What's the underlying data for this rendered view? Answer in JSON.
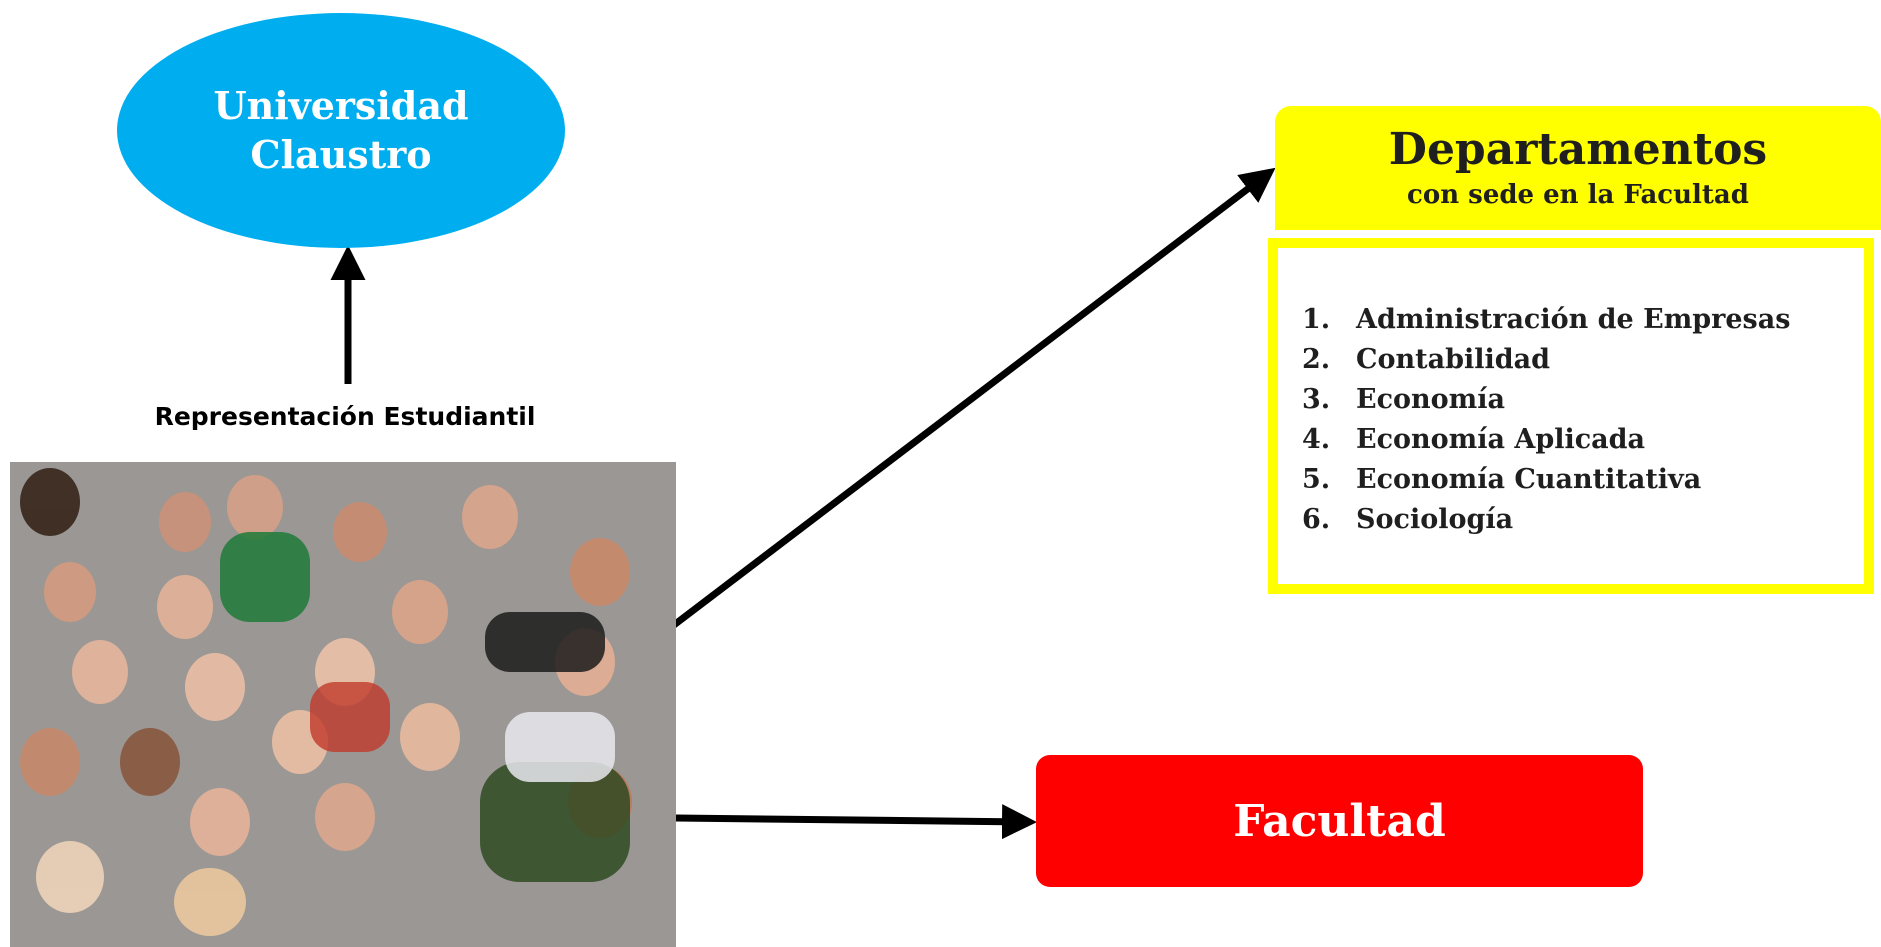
{
  "universidad": {
    "line1": "Universidad",
    "line2": "Claustro"
  },
  "representacion": {
    "label": "Representación Estudiantil"
  },
  "departamentos": {
    "title": "Departamentos",
    "subtitle": "con sede en la Facultad",
    "items": [
      {
        "num": "1.",
        "name": "Administración de Empresas"
      },
      {
        "num": "2.",
        "name": "Contabilidad"
      },
      {
        "num": "3.",
        "name": "Economía"
      },
      {
        "num": "4.",
        "name": "Economía Aplicada"
      },
      {
        "num": "5.",
        "name": "Economía Cuantitativa"
      },
      {
        "num": "6.",
        "name": "Sociología"
      }
    ]
  },
  "facultad": {
    "label": "Facultad"
  },
  "colors": {
    "universidad": "#00aeef",
    "departamentos": "#ffff00",
    "facultad": "#ff0000",
    "arrows": "#000000"
  }
}
